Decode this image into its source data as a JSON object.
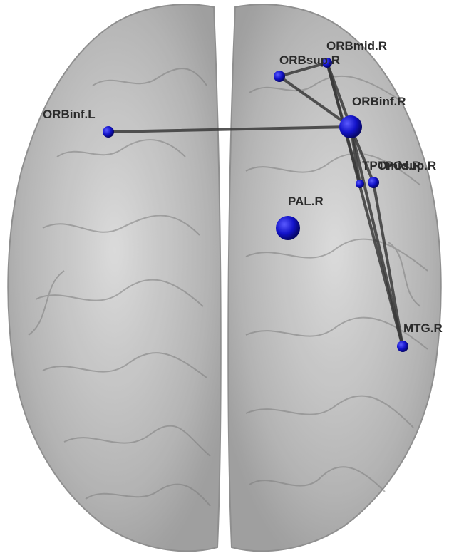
{
  "figure": {
    "colors": {
      "background": "#ffffff",
      "brain_fill": "#b9b9b9",
      "brain_outline": "#8a8a8a",
      "node_color": "#1212c8",
      "edge_color": "#3a3a3a",
      "label_color": "#2b2b2b"
    },
    "nodes": [
      {
        "id": "ORBmid.R",
        "label": "ORBmid.R"
      },
      {
        "id": "ORBsup.R",
        "label": "ORBsup.R"
      },
      {
        "id": "ORBinf.R",
        "label": "ORBinf.R"
      },
      {
        "id": "ORBinf.L",
        "label": "ORBinf.L"
      },
      {
        "id": "TPOsup.R",
        "label": "TPOsup.R"
      },
      {
        "id": "TPOmid.R",
        "label": "TPOmid.R"
      },
      {
        "id": "PAL.R",
        "label": "PAL.R"
      },
      {
        "id": "MTG.R",
        "label": "MTG.R"
      }
    ],
    "edges": [
      {
        "from": "ORBsup.R",
        "to": "ORBmid.R"
      },
      {
        "from": "ORBsup.R",
        "to": "ORBinf.R"
      },
      {
        "from": "ORBmid.R",
        "to": "ORBinf.R"
      },
      {
        "from": "ORBinf.L",
        "to": "ORBinf.R"
      },
      {
        "from": "ORBmid.R",
        "to": "TPOmid.R"
      },
      {
        "from": "ORBinf.R",
        "to": "TPOmid.R"
      },
      {
        "from": "ORBinf.R",
        "to": "TPOsup.R"
      },
      {
        "from": "ORBinf.R",
        "to": "MTG.R"
      },
      {
        "from": "ORBmid.R",
        "to": "MTG.R"
      },
      {
        "from": "TPOsup.R",
        "to": "MTG.R"
      }
    ]
  }
}
